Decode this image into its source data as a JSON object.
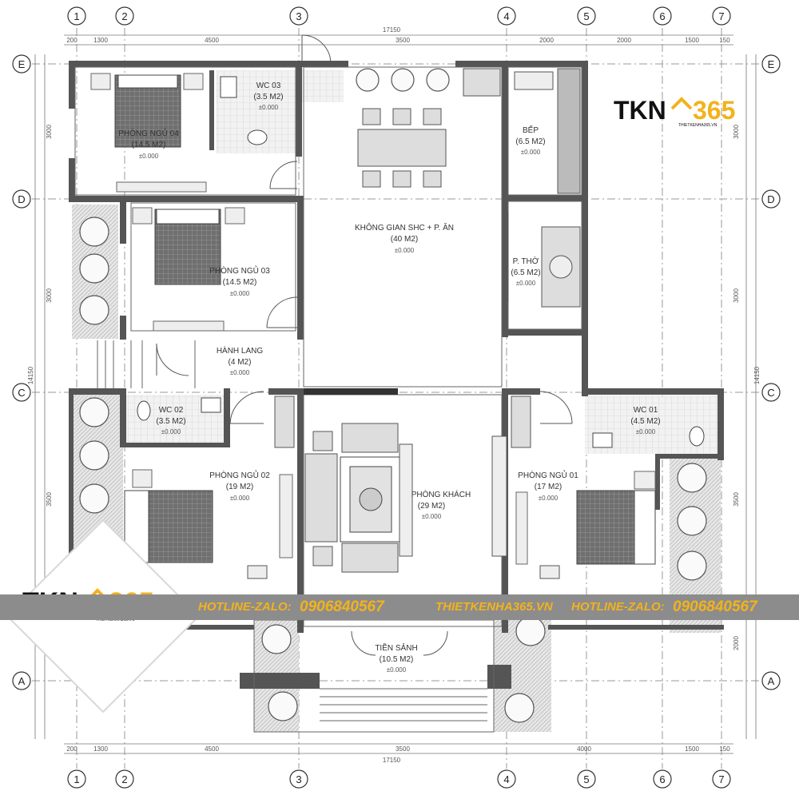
{
  "rooms": {
    "ngu04": {
      "name": "PHÒNG NGỦ 04",
      "area": "(14.5 M2)",
      "elev": "±0.000"
    },
    "wc03": {
      "name": "WC 03",
      "area": "(3.5 M2)",
      "elev": "±0.000"
    },
    "bep": {
      "name": "BẾP",
      "area": "(6.5 M2)",
      "elev": "±0.000"
    },
    "shc": {
      "name": "KHÔNG GIAN SHC + P. ĂN",
      "area": "(40 M2)",
      "elev": "±0.000"
    },
    "ngu03": {
      "name": "PHÒNG NGỦ 03",
      "area": "(14.5 M2)",
      "elev": "±0.000"
    },
    "pho": {
      "name": "P. THỜ",
      "area": "(6.5 M2)",
      "elev": "±0.000"
    },
    "hanhlang": {
      "name": "HÀNH LANG",
      "area": "(4 M2)",
      "elev": "±0.000"
    },
    "wc02": {
      "name": "WC 02",
      "area": "(3.5 M2)",
      "elev": "±0.000"
    },
    "wc01": {
      "name": "WC 01",
      "area": "(4.5 M2)",
      "elev": "±0.000"
    },
    "ngu02": {
      "name": "PHÒNG NGỦ 02",
      "area": "(19 M2)",
      "elev": "±0.000"
    },
    "khach": {
      "name": "PHÒNG KHÁCH",
      "area": "(29 M2)",
      "elev": "±0.000"
    },
    "ngu01": {
      "name": "PHÒNG NGỦ 01",
      "area": "(17 M2)",
      "elev": "±0.000"
    },
    "sanh": {
      "name": "TIỀN SẢNH",
      "area": "(10.5 M2)",
      "elev": "±0.000"
    }
  },
  "axes": {
    "columns": [
      "1",
      "2",
      "3",
      "4",
      "5",
      "6",
      "7"
    ],
    "rows": [
      "E",
      "D",
      "C",
      "A"
    ]
  },
  "dimensions": {
    "top_total": "17150",
    "top_segments": [
      "200",
      "1300",
      "4500",
      "3500",
      "2000",
      "2000",
      "1500",
      "150"
    ],
    "bottom_total": "17150",
    "bottom_segments": [
      "200",
      "1300",
      "4500",
      "3500",
      "4000",
      "1500",
      "150"
    ],
    "left": [
      "3000",
      "3000",
      "14150",
      "3500"
    ],
    "right": [
      "3000",
      "3000",
      "14150",
      "3500",
      "2000"
    ]
  },
  "logo": {
    "brand": "TKN",
    "number": "365",
    "site_small": "THIETKENHA365.VN"
  },
  "banner": {
    "hotline_label": "HOTLINE-ZALO:",
    "phone": "0906840567",
    "website": "THIETKENHA365.VN",
    "hotline_label_2": "HOTLINE-ZALO:",
    "phone_2": "0906840567"
  },
  "colors": {
    "wall": "#555555",
    "accent": "#f3b21c",
    "banner": "#8c8c8c"
  }
}
